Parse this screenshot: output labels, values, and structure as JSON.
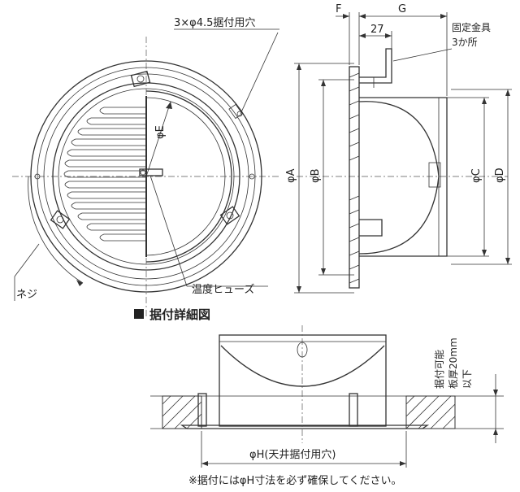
{
  "labels": {
    "mount_holes": "3×φ4.5据付用穴",
    "dim_F": "F",
    "dim_G": "G",
    "dim_27": "27",
    "fixing_bracket_line1": "固定金具",
    "fixing_bracket_line2": "3か所",
    "phi_E": "φE",
    "phi_A": "φA",
    "phi_B": "φB",
    "phi_C": "φC",
    "phi_D": "φD",
    "screw": "ネジ",
    "thermal_fuse": "温度ヒューズ",
    "section_title": "据付詳細図",
    "side_text_line1": "据付可能",
    "side_text_line2": "板厚20mm",
    "side_text_line3": "以下",
    "phi_H": "φH(天井据付用穴)",
    "note": "※据付にはφH寸法を必ず確保してください。"
  }
}
